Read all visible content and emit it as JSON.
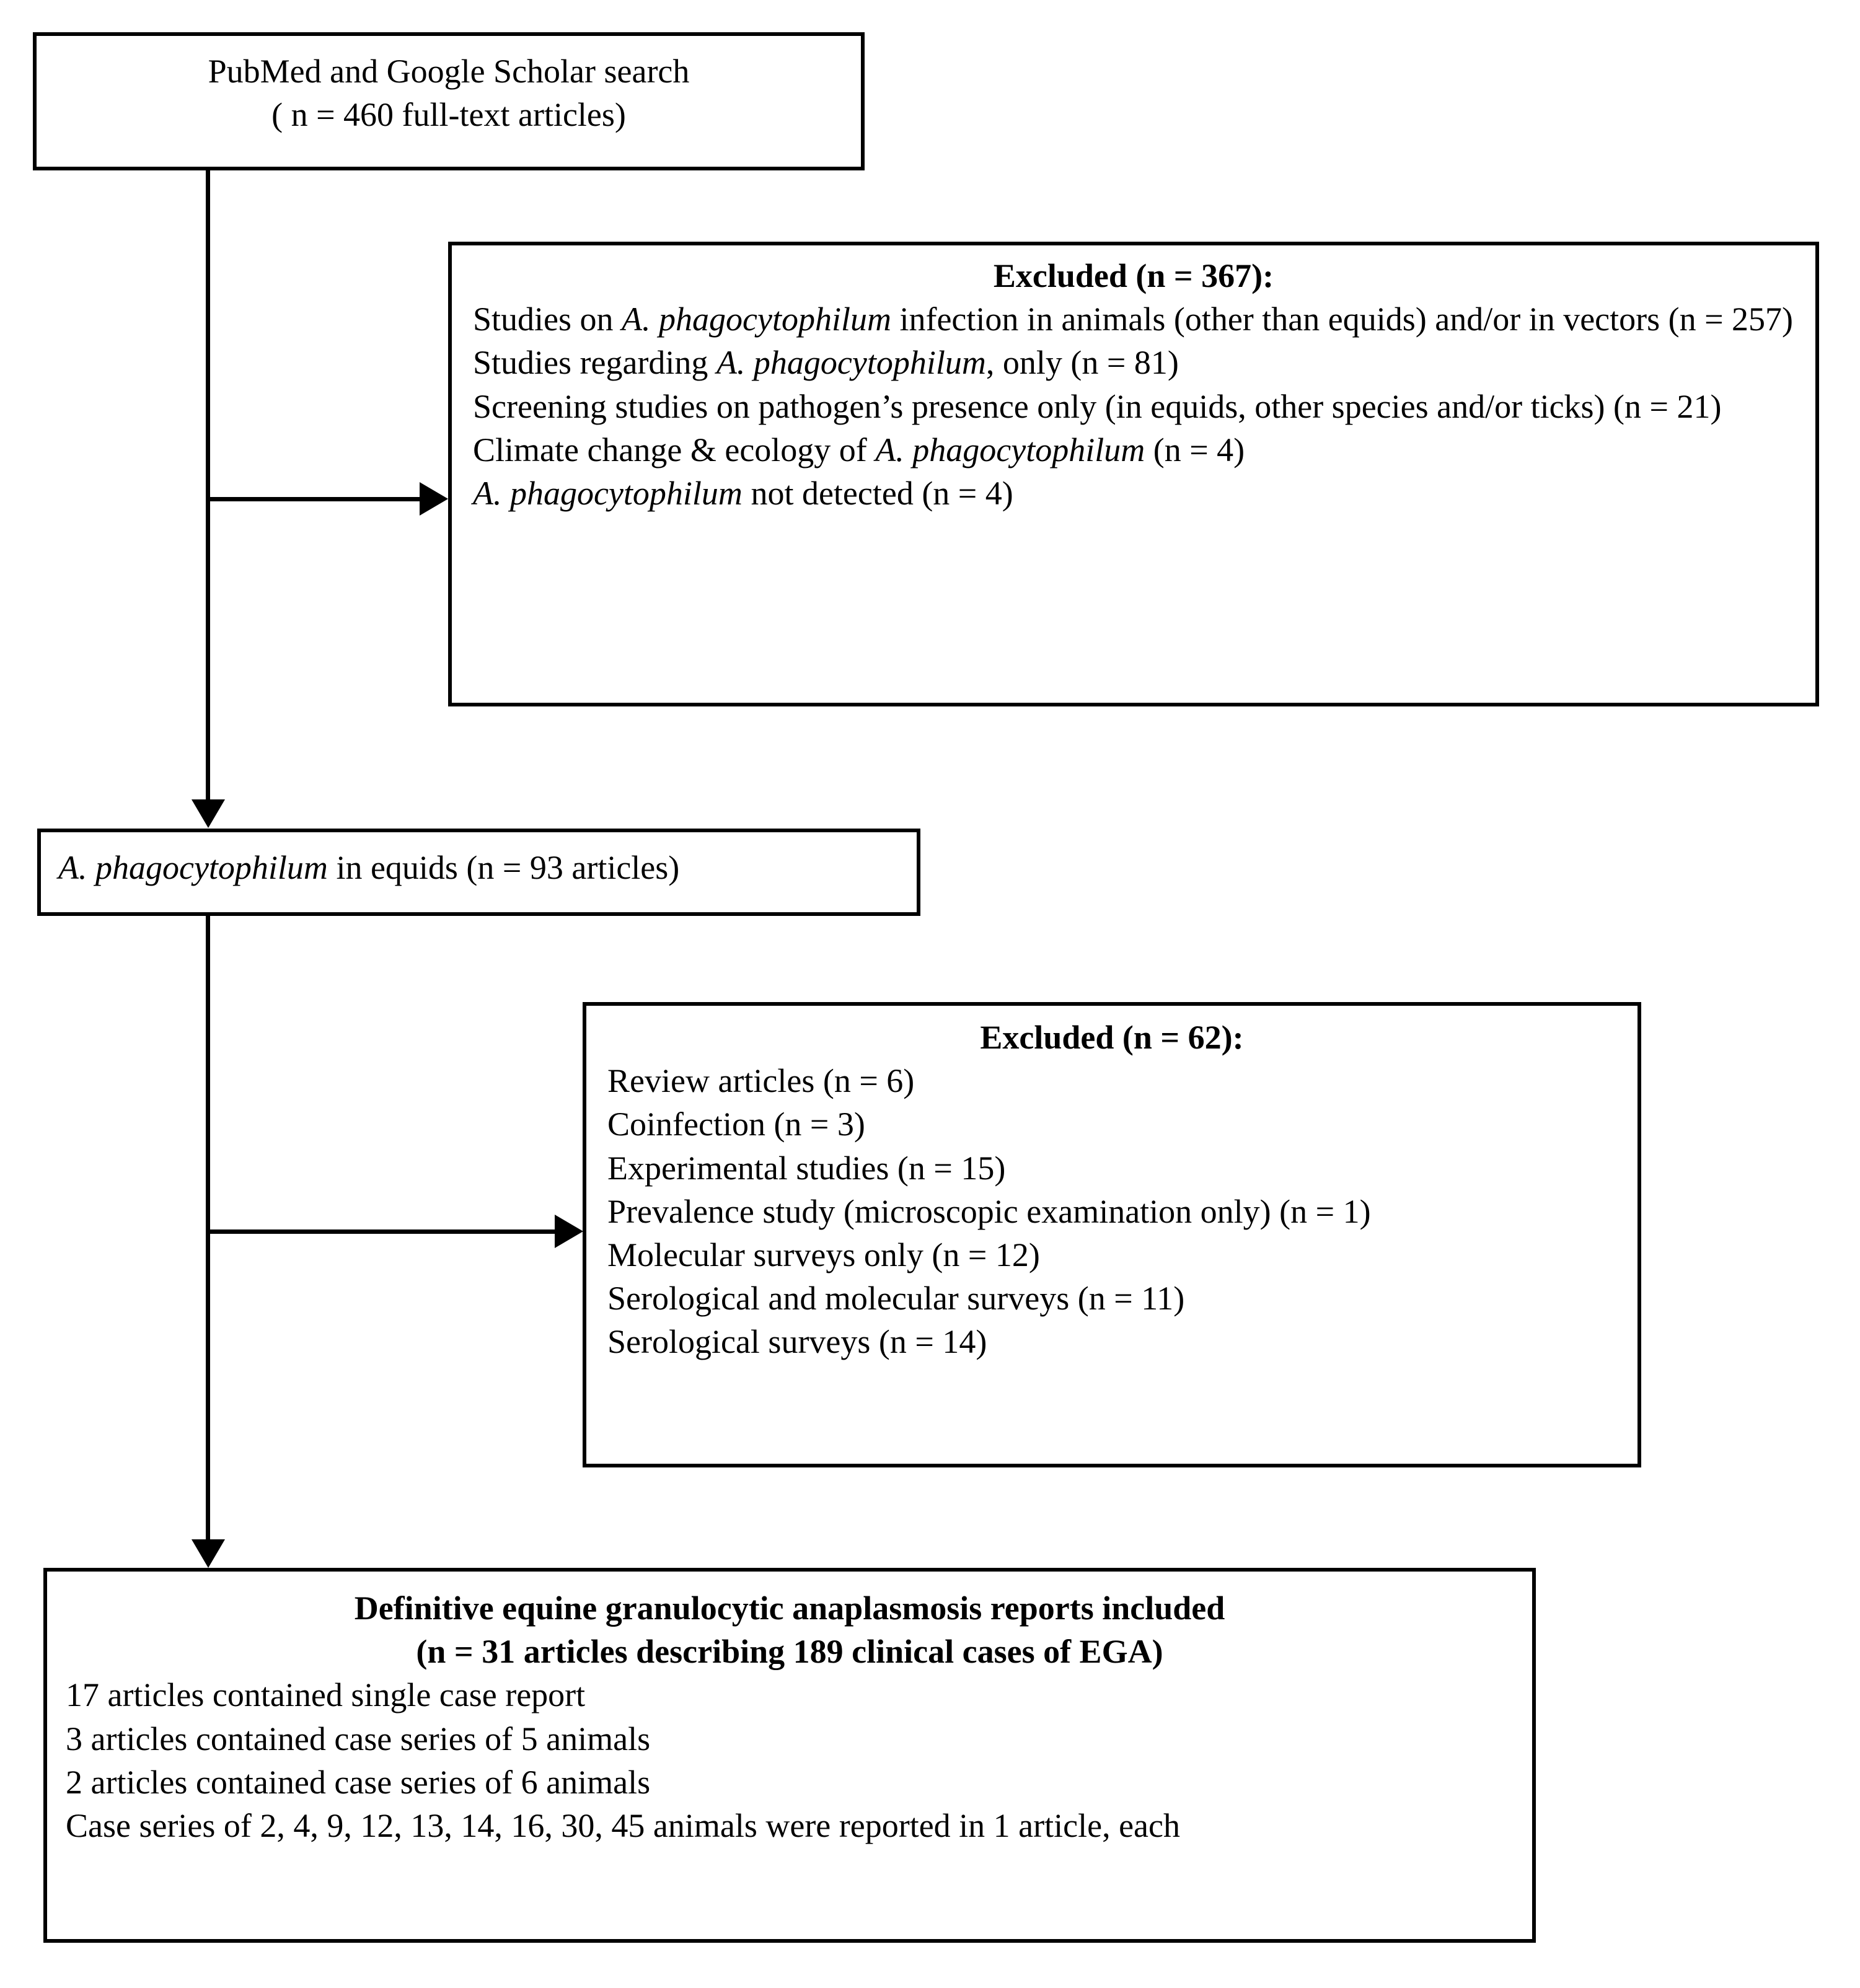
{
  "diagram": {
    "title": "PRISMA-style study selection flowchart",
    "colors": {
      "stroke": "#000000",
      "background": "#ffffff",
      "text": "#000000"
    },
    "boxes": {
      "search": {
        "line1": "PubMed and Google Scholar search",
        "line2": "( n = 460 full-text articles)"
      },
      "excluded_first": {
        "heading": "Excluded (n = 367):",
        "items": [
          "Studies on A. phagocytophilum infection in animals (other than equids) and/or in vectors (n = 257)",
          "Studies regarding A. phagocytophilum, only (n = 81)",
          "Screening studies on pathogen’s presence only (in equids, other species and/or ticks) (n = 21)",
          "Climate change & ecology of A. phagocytophilum (n = 4)",
          "A. phagocytophilum not detected (n = 4)"
        ],
        "item_parts": [
          {
            "pre": "Studies on ",
            "italic": "A. phagocytophilum",
            "post": " infection in animals (other than equids) and/or in vectors (n = 257)"
          },
          {
            "pre": "Studies regarding ",
            "italic": "A. phagocytophilum",
            "post": ", only (n = 81)"
          },
          {
            "pre": "Screening studies on pathogen’s presence only (in equids, other species and/or ticks) (n = 21)",
            "italic": "",
            "post": ""
          },
          {
            "pre": "Climate change & ecology of ",
            "italic": "A. phagocytophilum",
            "post": " (n = 4)"
          },
          {
            "pre": "",
            "italic": "A. phagocytophilum",
            "post": " not detected (n = 4)"
          }
        ]
      },
      "equids": {
        "italic": "A. phagocytophilum",
        "rest": " in equids (n = 93 articles)"
      },
      "excluded_second": {
        "heading": "Excluded (n = 62):",
        "items": [
          "Review articles (n = 6)",
          "Coinfection (n = 3)",
          "Experimental studies (n = 15)",
          "Prevalence study (microscopic examination only) (n = 1)",
          "Molecular surveys only (n = 12)",
          "Serological and molecular surveys (n = 11)",
          "Serological surveys (n = 14)"
        ]
      },
      "included": {
        "heading_line1": "Definitive equine granulocytic anaplasmosis reports included",
        "heading_line2": "(n = 31 articles describing 189 clinical cases of EGA)",
        "items": [
          "17 articles contained single case report",
          "3 articles contained case series of 5 animals",
          "2 articles contained case series of 6 animals",
          "Case series of 2, 4, 9, 12, 13, 14, 16, 30, 45 animals were reported in 1 article, each"
        ]
      }
    }
  }
}
